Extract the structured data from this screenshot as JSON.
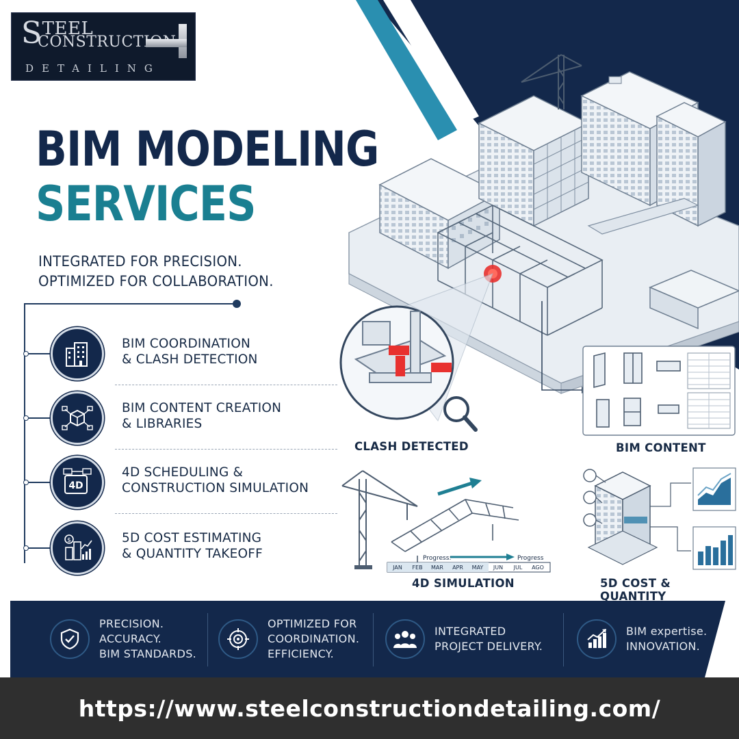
{
  "brand": {
    "logo_line1_initial": "S",
    "logo_line1_rest": "TEEL",
    "logo_line2": "CONSTRUCTION",
    "logo_line3": "DETAILING"
  },
  "headline": {
    "line1": "BIM MODELING",
    "line2": "SERVICES"
  },
  "tagline": {
    "line1": "INTEGRATED FOR PRECISION.",
    "line2": "OPTIMIZED FOR COLLABORATION."
  },
  "services": [
    {
      "label": "BIM COORDINATION\n& CLASH DETECTION",
      "icon": "building-icon"
    },
    {
      "label": "BIM CONTENT CREATION\n& LIBRARIES",
      "icon": "network-cube-icon"
    },
    {
      "label": "4D SCHEDULING &\nCONSTRUCTION SIMULATION",
      "icon": "4d-schedule-icon",
      "icon_text": "4D"
    },
    {
      "label": "5D COST ESTIMATING\n& QUANTITY TAKEOFF",
      "icon": "cost-chart-icon"
    }
  ],
  "illustration": {
    "clash_caption": "CLASH DETECTED",
    "content_caption": "BIM CONTENT",
    "sim_caption": "4D SIMULATION",
    "cost_caption": "5D COST & QUANTITY",
    "progress_left": "Progress:",
    "progress_right": "Progress",
    "months": [
      "JAN",
      "FEB",
      "MAR",
      "APR",
      "MAY",
      "JUN",
      "JUL",
      "AGO"
    ]
  },
  "features": [
    {
      "text": "PRECISION.\nACCURACY.\nBIM STANDARDS.",
      "icon": "shield-check-icon"
    },
    {
      "text": "OPTIMIZED FOR\nCOORDINATION.\nEFFICIENCY.",
      "icon": "target-icon"
    },
    {
      "text": "INTEGRATED\nPROJECT DELIVERY.",
      "icon": "team-icon"
    },
    {
      "text": "BIM expertise.\nINNOVATION.",
      "icon": "growth-chart-icon"
    }
  ],
  "footer": {
    "url": "https://www.steelconstructiondetailing.com/"
  },
  "colors": {
    "navy": "#13284b",
    "teal": "#1a7f91",
    "accent_blue": "#2a8fb0",
    "clash_red": "#e8312f",
    "footer_gray": "#2f2f2f"
  }
}
